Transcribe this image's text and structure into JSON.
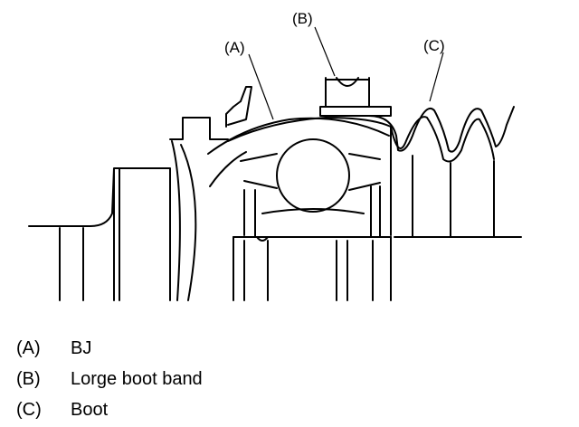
{
  "callouts": {
    "a": "(A)",
    "b": "(B)",
    "c": "(C)"
  },
  "legend": [
    {
      "key": "(A)",
      "text": "BJ"
    },
    {
      "key": "(B)",
      "text": "Lorge boot band"
    },
    {
      "key": "(C)",
      "text": "Boot"
    }
  ]
}
